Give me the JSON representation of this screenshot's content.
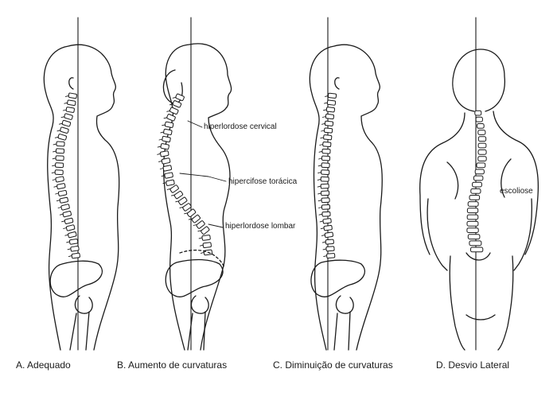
{
  "figures": [
    {
      "id": "A",
      "caption": "A. Adequado",
      "annotations": []
    },
    {
      "id": "B",
      "caption": "B. Aumento de curvaturas",
      "annotations": [
        "hiperlordose cervical",
        "hipercifose torácica",
        "hiperlordose lombar"
      ]
    },
    {
      "id": "C",
      "caption": "C. Diminuição de curvaturas",
      "annotations": []
    },
    {
      "id": "D",
      "caption": "D. Desvio Lateral",
      "annotations": [
        "escoliose"
      ]
    }
  ],
  "colors": {
    "ink": "#1a1a1a",
    "background": "#ffffff"
  }
}
